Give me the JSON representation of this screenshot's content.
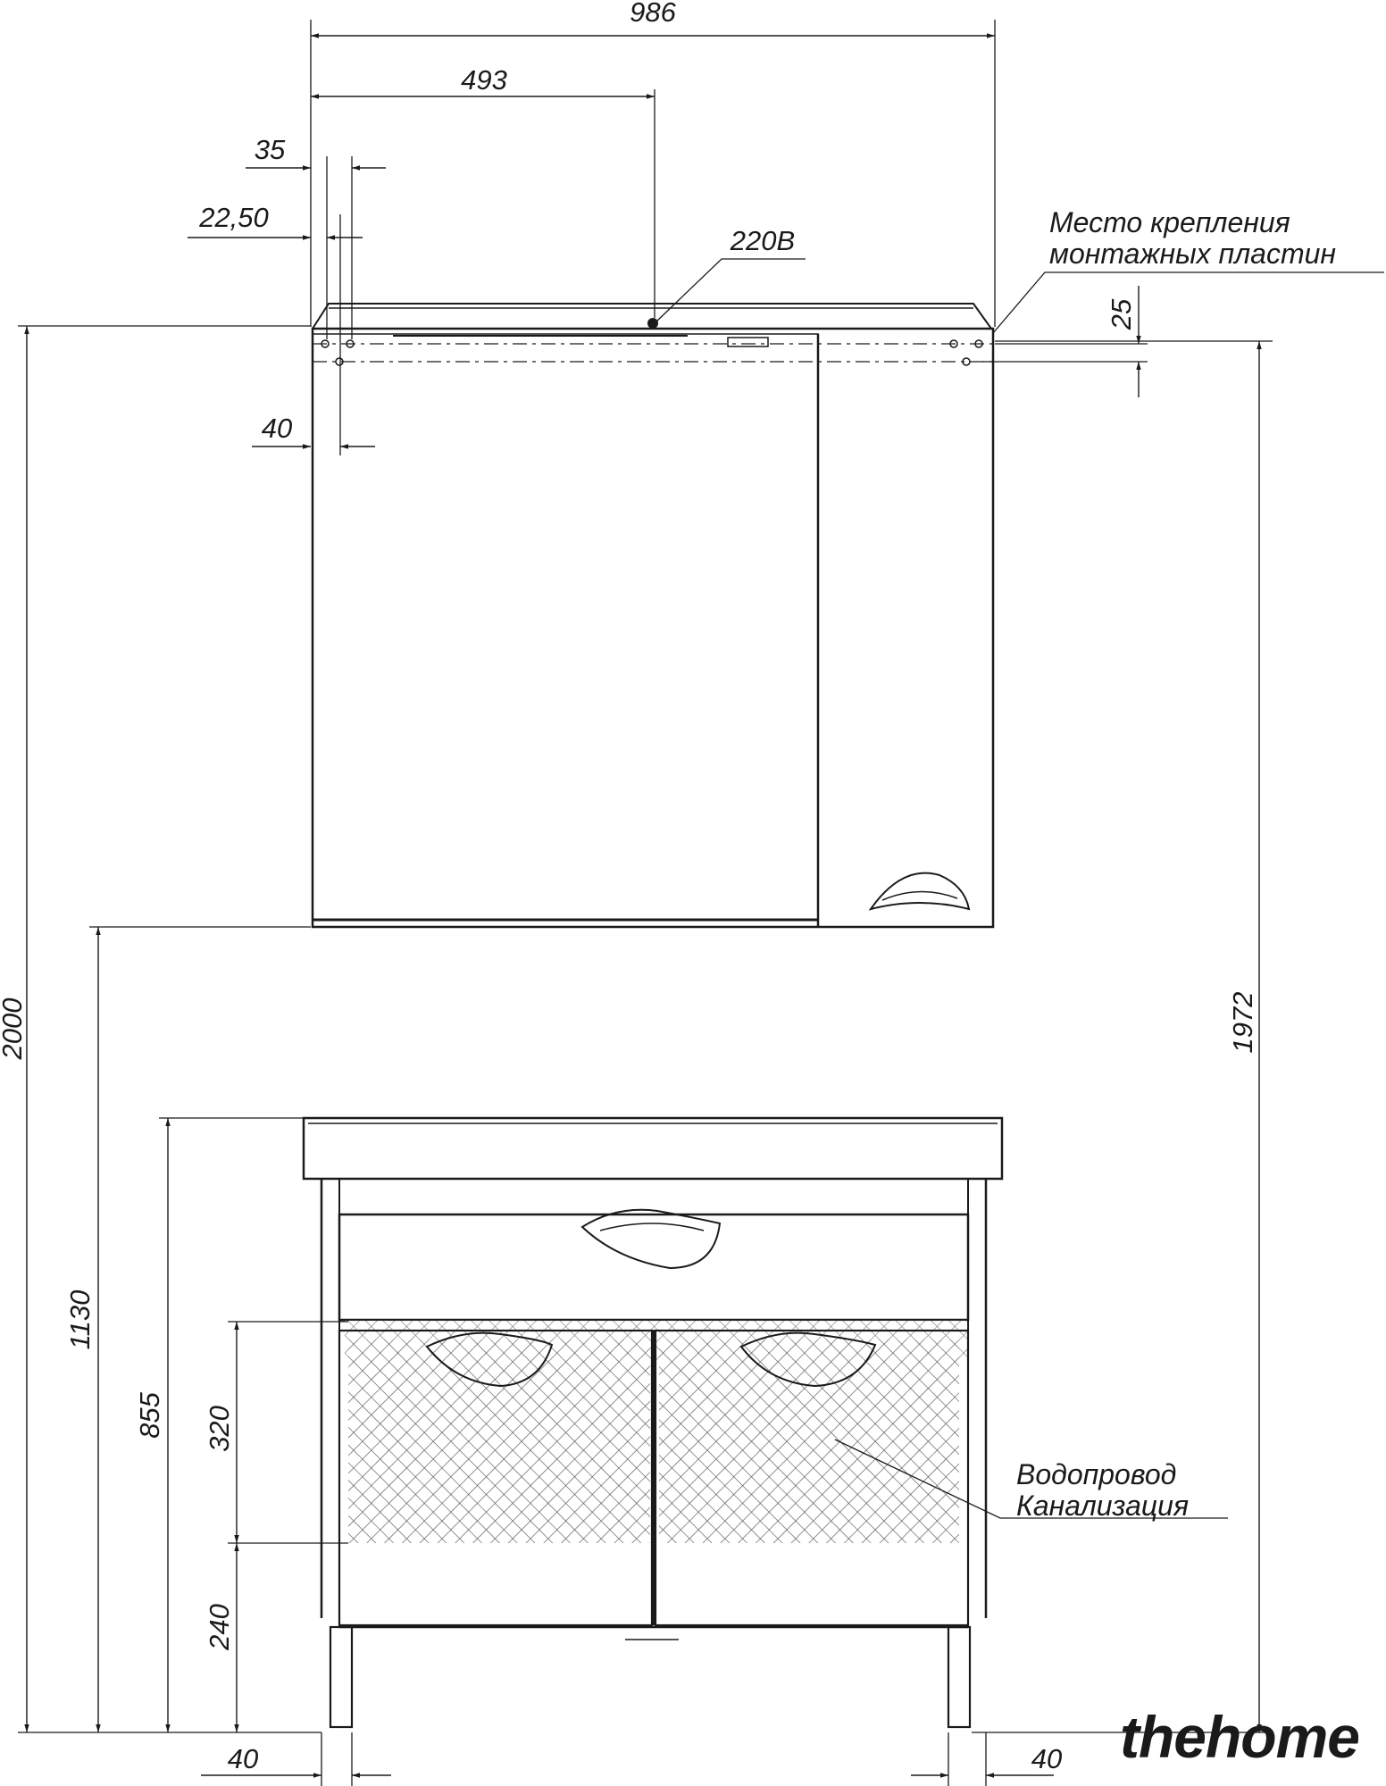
{
  "dimensions": {
    "total_width": "986",
    "half_width": "493",
    "plate_offset": "35",
    "hole_offset": "22,50",
    "power_socket": "220В",
    "plate_vertical": "25",
    "plate_side": "40",
    "total_height": "2000",
    "top_height": "1972",
    "mirror_bottom": "1130",
    "vanity_height": "855",
    "pipe_zone": "320",
    "pipe_from_floor": "240",
    "leg_left": "40",
    "leg_right": "40"
  },
  "notes": {
    "mounting_line1": "Место крепления",
    "mounting_line2": "монтажных пластин",
    "pipes_line1": "Водопровод",
    "pipes_line2": "Канализация"
  },
  "watermark": "thehome",
  "colors": {
    "line": "#1a1a1a",
    "watermark": "#dcdcdc"
  }
}
